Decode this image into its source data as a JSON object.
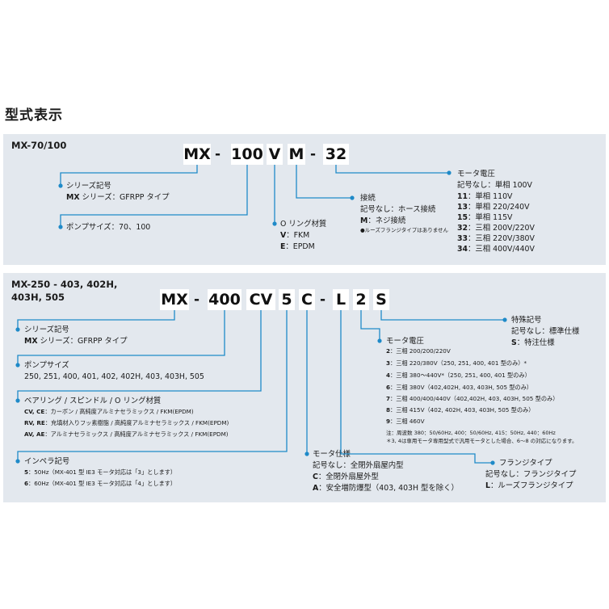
{
  "page_title": "型式表示",
  "sec1": {
    "title": "MX-70/100",
    "code": {
      "c1": "MX",
      "d1": "-",
      "c2": "100",
      "c3": "V",
      "c4": "M",
      "d2": "-",
      "c5": "32"
    },
    "series": {
      "head": "シリーズ記号",
      "val_b": "MX",
      "val": " シリーズ：GFRPP タイプ"
    },
    "pump": {
      "head": "ポンプサイズ：70、100"
    },
    "oring": {
      "head": "O リング材質",
      "r1_b": "V",
      "r1": "：FKM",
      "r2_b": "E",
      "r2": "：EPDM"
    },
    "conn": {
      "head": "接続",
      "r1": "記号なし：ホース接続",
      "r2_b": "M",
      "r2": "：ネジ接続",
      "note": "●ルーズフランジタイプはありません"
    },
    "volt": {
      "head": "モータ電圧",
      "rows": [
        {
          "k": "記号なし",
          "v": "：単相 100V"
        },
        {
          "k": "11",
          "v": "：単相 110V"
        },
        {
          "k": "13",
          "v": "：単相 220/240V"
        },
        {
          "k": "15",
          "v": "：単相 115V"
        },
        {
          "k": "32",
          "v": "：三相 200V/220V"
        },
        {
          "k": "33",
          "v": "：三相 220V/380V"
        },
        {
          "k": "34",
          "v": "：三相 400V/440V"
        }
      ]
    }
  },
  "sec2": {
    "title1": "MX-250 - 403, 402H,",
    "title2": "403H, 505",
    "code": {
      "c1": "MX",
      "d1": "-",
      "c2": "400",
      "c3": "CV",
      "c4": "5",
      "c5": "C",
      "d2": "-",
      "c6": "L",
      "c7": "2",
      "c8": "S"
    },
    "series": {
      "head": "シリーズ記号",
      "val_b": "MX",
      "val": " シリーズ：GFRPP タイプ"
    },
    "pump": {
      "head": "ポンプサイズ",
      "val": "250, 251, 400, 401, 402, 402H, 403, 403H, 505"
    },
    "bearing": {
      "head": "ベアリング / スピンドル / O リング材質",
      "rows": [
        {
          "k": "CV, CE",
          "v": "：カーボン / 高純度アルミナセラミックス / FKM(EPDM)"
        },
        {
          "k": "RV, RE",
          "v": "：充填材入りフッ素樹脂 / 高純度アルミナセラミックス / FKM(EPDM)"
        },
        {
          "k": "AV, AE",
          "v": "：アルミナセラミックス / 高純度アルミナセラミックス / FKM(EPDM)"
        }
      ]
    },
    "impeller": {
      "head": "インペラ記号",
      "rows": [
        {
          "k": "5",
          "v": "：50Hz（MX-401 型 IE3 モータ対応は「3」とします）"
        },
        {
          "k": "6",
          "v": "：60Hz（MX-401 型 IE3 モータ対応は「4」とします）"
        }
      ]
    },
    "motor_spec": {
      "head": "モータ仕様",
      "r1": "記号なし：全閉外扇屋内型",
      "r2_b": "C",
      "r2": "：全閉外扇屋外型",
      "r3_b": "A",
      "r3": "：安全増防爆型（403, 403H 型を除く）"
    },
    "volt": {
      "head": "モータ電圧",
      "rows": [
        {
          "k": "2",
          "v": "：三相 200/200/220V"
        },
        {
          "k": "3",
          "v": "：三相 220/380V（250, 251, 400, 401 型のみ）*"
        },
        {
          "k": "4",
          "v": "：三相 380〜440V*（250, 251, 400, 401 型のみ）"
        },
        {
          "k": "6",
          "v": "：三相 380V（402,402H, 403, 403H, 505 型のみ）"
        },
        {
          "k": "7",
          "v": "：三相 400/400/440V（402,402H, 403, 403H, 505 型のみ）"
        },
        {
          "k": "8",
          "v": "：三相 415V（402, 402H, 403, 403H, 505 型のみ）"
        },
        {
          "k": "9",
          "v": "：三相 460V"
        }
      ],
      "note1": "注：周波数 380：50/60Hz, 400：50/60Hz, 415：50Hz, 440：60Hz",
      "note2": "＊3, 4は専用モータ専用型式で汎用モータとした場合、6〜8 の対応になります。"
    },
    "flange": {
      "head": "フランジタイプ",
      "r1": "記号なし：フランジタイプ",
      "r2_b": "L",
      "r2": "：ルーズフランジタイプ"
    },
    "special": {
      "head": "特殊記号",
      "r1": "記号なし：標準仕様",
      "r2_b": "S",
      "r2": "：特注仕様"
    }
  },
  "colors": {
    "panel": "#e3e8ee",
    "line": "#1f8ac8"
  }
}
